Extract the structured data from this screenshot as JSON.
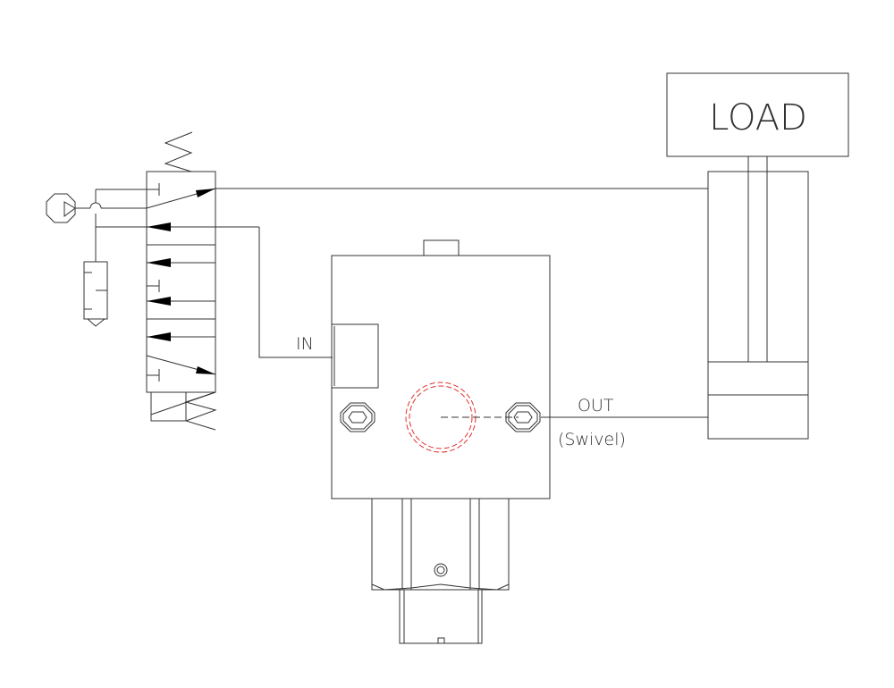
{
  "labels": {
    "load": "LOAD",
    "in": "IN",
    "out": "OUT",
    "swivel": "(Swivel)"
  },
  "colors": {
    "line": "#333333",
    "hidden_circle": "#e03030"
  }
}
